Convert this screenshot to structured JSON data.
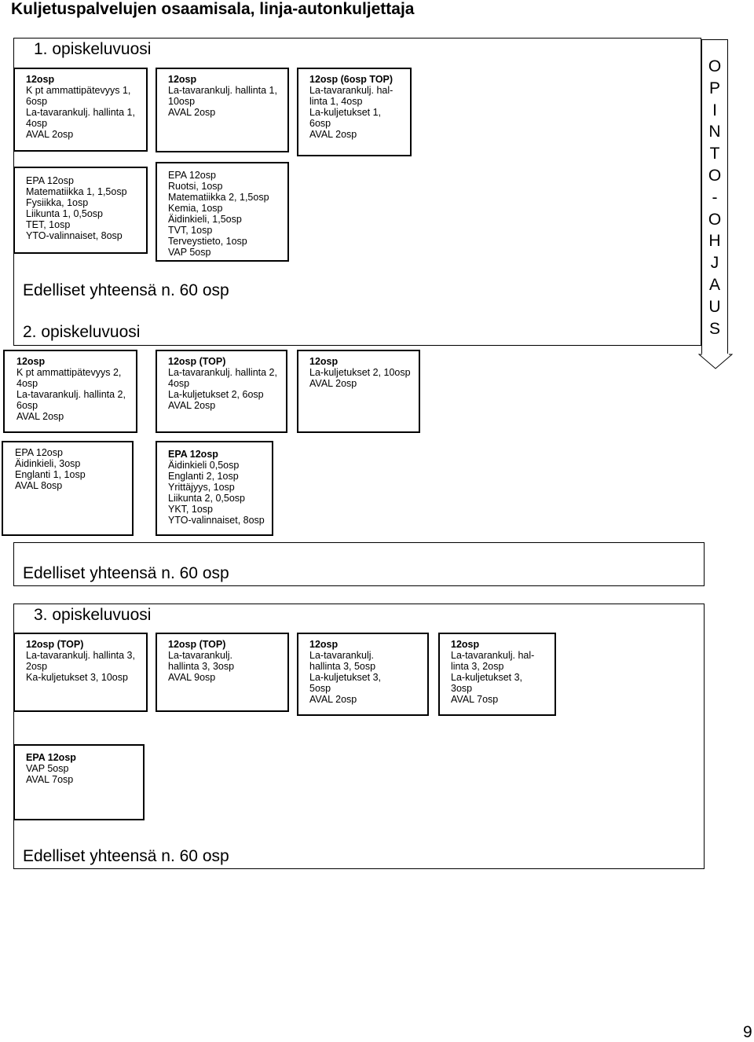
{
  "title": "Kuljetuspalvelujen osaamisala, linja-autonkuljettaja",
  "side_text": [
    "O",
    "P",
    "I",
    "N",
    "T",
    "O",
    "-",
    "O",
    "H",
    "J",
    "A",
    "U",
    "S"
  ],
  "page_number": "9",
  "year1": {
    "label": "1. opiskeluvuosi",
    "total": "Edelliset yhteensä n. 60 osp",
    "boxes": [
      {
        "header": "12osp",
        "lines": [
          "K pt ammattipätevyys 1,",
          "6osp",
          "La-tavarankulj. hallinta 1,",
          "4osp",
          "AVAL 2osp"
        ]
      },
      {
        "header": "12osp",
        "lines": [
          "La-tavarankulj. hallinta 1,",
          "10osp",
          "AVAL 2osp"
        ]
      },
      {
        "header": "12osp (6osp TOP)",
        "lines": [
          "La-tavarankulj. hal-",
          "linta 1, 4osp",
          "La-kuljetukset 1,",
          "6osp",
          "AVAL 2osp"
        ]
      },
      {
        "header": "EPA 12osp",
        "lines": [
          "Matematiikka 1, 1,5osp",
          "Fysiikka, 1osp",
          "Liikunta 1, 0,5osp",
          "TET, 1osp",
          "YTO-valinnaiset, 8osp"
        ]
      },
      {
        "header": "EPA 12osp",
        "lines": [
          "Ruotsi, 1osp",
          "Matematiikka 2, 1,5osp",
          "Kemia, 1osp",
          "Äidinkieli, 1,5osp",
          "TVT, 1osp",
          "Terveystieto, 1osp",
          "VAP 5osp"
        ]
      }
    ]
  },
  "year2": {
    "label": "2. opiskeluvuosi",
    "total": "Edelliset yhteensä n. 60 osp",
    "boxes": [
      {
        "header": "12osp",
        "lines": [
          "K pt ammattipätevyys 2,",
          "4osp",
          "La-tavarankulj. hallinta 2,",
          "6osp",
          "AVAL 2osp"
        ]
      },
      {
        "header": "12osp (TOP)",
        "lines": [
          "La-tavarankulj. hallinta 2,",
          "4osp",
          "La-kuljetukset 2, 6osp",
          "AVAL 2osp"
        ]
      },
      {
        "header": "12osp",
        "lines": [
          "La-kuljetukset 2, 10osp",
          "AVAL 2osp"
        ]
      },
      {
        "header": "EPA 12osp",
        "lines": [
          "Äidinkieli, 3osp",
          "Englanti 1, 1osp",
          "AVAL 8osp"
        ]
      },
      {
        "header": "EPA 12osp",
        "lines": [
          "Äidinkieli 0,5osp",
          "Englanti 2, 1osp",
          "Yrittäjyys, 1osp",
          "Liikunta 2, 0,5osp",
          "YKT, 1osp",
          "YTO-valinnaiset, 8osp"
        ]
      }
    ]
  },
  "year3": {
    "label": "3. opiskeluvuosi",
    "total": "Edelliset yhteensä n. 60 osp",
    "boxes": [
      {
        "header": "12osp (TOP)",
        "lines": [
          "La-tavarankulj. hallinta 3,",
          "2osp",
          "Ka-kuljetukset 3, 10osp"
        ]
      },
      {
        "header": "12osp (TOP)",
        "lines": [
          "La-tavarankulj.",
          "hallinta 3, 3osp",
          "AVAL 9osp"
        ]
      },
      {
        "header": "12osp",
        "lines": [
          "La-tavarankulj.",
          "hallinta 3, 5osp",
          "La-kuljetukset 3,",
          "5osp",
          "AVAL 2osp"
        ]
      },
      {
        "header": "12osp",
        "lines": [
          "La-tavarankulj. hal-",
          "linta 3, 2osp",
          "La-kuljetukset 3,",
          "3osp",
          "AVAL 7osp"
        ]
      },
      {
        "header": "EPA 12osp",
        "lines": [
          "VAP 5osp",
          "AVAL 7osp"
        ]
      }
    ]
  }
}
